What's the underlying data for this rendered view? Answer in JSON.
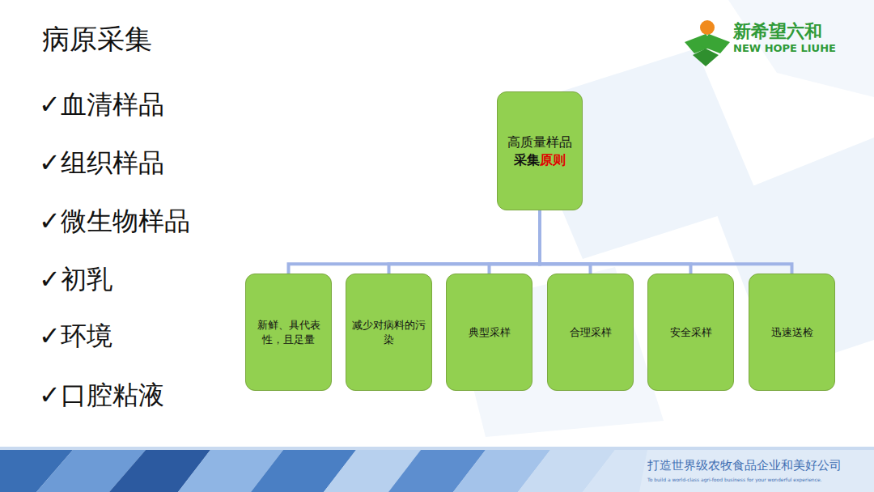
{
  "diagram": {
    "title": "病原采集",
    "nodes": [
      {
        "text": [
          "高质量样品采集原则"
        ]
      },
      {
        "text": [
          "新鲜、具代表性，且足量"
        ]
      },
      {
        "text": [
          "减少对病料的污染"
        ]
      },
      {
        "text": [
          "典型采样"
        ]
      },
      {
        "text": [
          "合理采样"
        ]
      },
      {
        "text": [
          "安全采样"
        ]
      },
      {
        "text": [
          "迅速送检"
        ]
      }
    ],
    "edges": [
      {
        "from": 0,
        "to": 1,
        "arrow": "none"
      },
      {
        "from": 0,
        "to": 2,
        "arrow": "none"
      },
      {
        "from": 0,
        "to": 3,
        "arrow": "none"
      },
      {
        "from": 0,
        "to": 4,
        "arrow": "none"
      },
      {
        "from": 0,
        "to": 5,
        "arrow": "none"
      },
      {
        "from": 0,
        "to": 6,
        "arrow": "none"
      }
    ],
    "labels": [
      "✓血清样品",
      "✓组织样品",
      "✓微生物样品",
      "✓初乳",
      "✓环境",
      "✓口腔粘液",
      "新希望六和",
      "NEW HOPE LIUHE",
      "打造世界级农牧食品企业和美好公司",
      "To build a world-class agri-food business for your wonderful experience."
    ]
  }
}
